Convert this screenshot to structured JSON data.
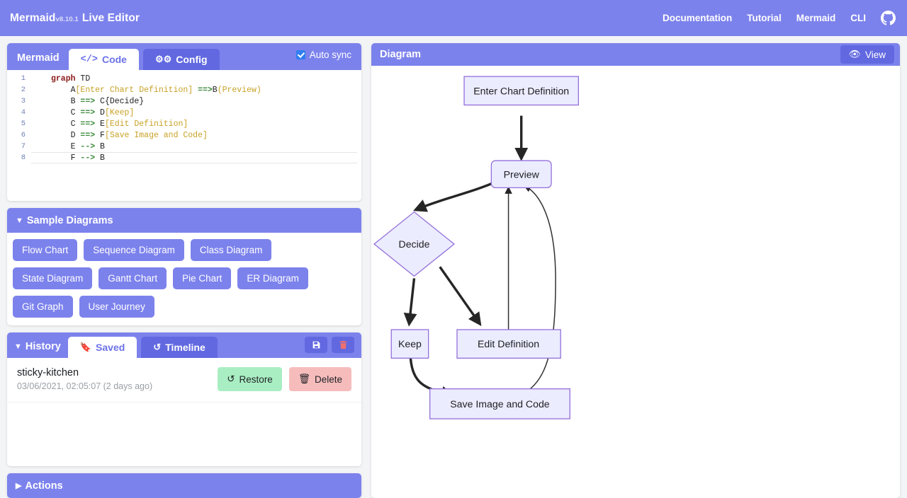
{
  "navbar": {
    "brand_name": "Mermaid",
    "brand_version": "v8.10.1",
    "brand_suffix": "Live Editor",
    "links": [
      {
        "label": "Documentation"
      },
      {
        "label": "Tutorial"
      },
      {
        "label": "Mermaid"
      },
      {
        "label": "CLI"
      }
    ],
    "github_icon": "github-icon",
    "bg_color": "#7c82ec"
  },
  "editor": {
    "panel_label": "Mermaid",
    "tabs": [
      {
        "label": "Code",
        "icon": "code-icon",
        "active": true
      },
      {
        "label": "Config",
        "icon": "gear-icon",
        "active": false
      }
    ],
    "auto_sync_label": "Auto sync",
    "auto_sync_checked": true,
    "code_lines": [
      {
        "n": "1",
        "tokens": [
          {
            "t": "graph",
            "c": "k-graph"
          },
          {
            "t": " TD",
            "c": "k-id"
          }
        ]
      },
      {
        "n": "2",
        "tokens": [
          {
            "t": "    A",
            "c": "k-id"
          },
          {
            "t": "[Enter Chart Definition]",
            "c": "k-str"
          },
          {
            "t": " ",
            "c": "k-id"
          },
          {
            "t": "==>",
            "c": "k-arrow"
          },
          {
            "t": "B",
            "c": "k-id"
          },
          {
            "t": "(Preview)",
            "c": "k-str"
          }
        ]
      },
      {
        "n": "3",
        "tokens": [
          {
            "t": "    B ",
            "c": "k-id"
          },
          {
            "t": "==>",
            "c": "k-arrow"
          },
          {
            "t": " C",
            "c": "k-id"
          },
          {
            "t": "{Decide}",
            "c": "k-id"
          }
        ]
      },
      {
        "n": "4",
        "tokens": [
          {
            "t": "    C ",
            "c": "k-id"
          },
          {
            "t": "==>",
            "c": "k-arrow"
          },
          {
            "t": " D",
            "c": "k-id"
          },
          {
            "t": "[Keep]",
            "c": "k-str"
          }
        ]
      },
      {
        "n": "5",
        "tokens": [
          {
            "t": "    C ",
            "c": "k-id"
          },
          {
            "t": "==>",
            "c": "k-arrow"
          },
          {
            "t": " E",
            "c": "k-id"
          },
          {
            "t": "[Edit Definition]",
            "c": "k-str"
          }
        ]
      },
      {
        "n": "6",
        "tokens": [
          {
            "t": "    D ",
            "c": "k-id"
          },
          {
            "t": "==>",
            "c": "k-arrow"
          },
          {
            "t": " F",
            "c": "k-id"
          },
          {
            "t": "[Save Image and Code]",
            "c": "k-str"
          }
        ]
      },
      {
        "n": "7",
        "tokens": [
          {
            "t": "    E ",
            "c": "k-id"
          },
          {
            "t": "-->",
            "c": "k-arrow"
          },
          {
            "t": " B",
            "c": "k-id"
          }
        ]
      },
      {
        "n": "8",
        "active": true,
        "tokens": [
          {
            "t": "    F ",
            "c": "k-id"
          },
          {
            "t": "-->",
            "c": "k-arrow"
          },
          {
            "t": " B",
            "c": "k-id"
          }
        ]
      }
    ]
  },
  "samples": {
    "title": "Sample Diagrams",
    "expanded": true,
    "items": [
      {
        "label": "Flow Chart"
      },
      {
        "label": "Sequence Diagram"
      },
      {
        "label": "Class Diagram"
      },
      {
        "label": "State Diagram"
      },
      {
        "label": "Gantt Chart"
      },
      {
        "label": "Pie Chart"
      },
      {
        "label": "ER Diagram"
      },
      {
        "label": "Git Graph"
      },
      {
        "label": "User Journey"
      }
    ]
  },
  "history": {
    "title": "History",
    "expanded": true,
    "tabs": [
      {
        "label": "Saved",
        "icon": "bookmark-icon",
        "active": true
      },
      {
        "label": "Timeline",
        "icon": "history-clock-icon",
        "active": false
      }
    ],
    "toolbar": [
      {
        "name": "save-icon-button",
        "icon": "floppy-disk-icon"
      },
      {
        "name": "delete-all-icon-button",
        "icon": "trash-icon"
      }
    ],
    "entries": [
      {
        "name": "sticky-kitchen",
        "timestamp": "03/06/2021, 02:05:07 (2 days ago)",
        "restore_label": "Restore",
        "delete_label": "Delete"
      }
    ]
  },
  "actions": {
    "title": "Actions",
    "expanded": false
  },
  "diagram": {
    "title": "Diagram",
    "view_label": "View",
    "view_icon": "eye-icon",
    "node_fill": "#ececff",
    "node_stroke": "#9370db",
    "nodes": [
      {
        "id": "A",
        "label": "Enter Chart Definition",
        "shape": "rect"
      },
      {
        "id": "B",
        "label": "Preview",
        "shape": "round-rect"
      },
      {
        "id": "C",
        "label": "Decide",
        "shape": "diamond"
      },
      {
        "id": "D",
        "label": "Keep",
        "shape": "rect"
      },
      {
        "id": "E",
        "label": "Edit Definition",
        "shape": "rect"
      },
      {
        "id": "F",
        "label": "Save Image and Code",
        "shape": "rect"
      }
    ],
    "edges": [
      {
        "from": "A",
        "to": "B",
        "style": "thick"
      },
      {
        "from": "B",
        "to": "C",
        "style": "thick"
      },
      {
        "from": "C",
        "to": "D",
        "style": "thick"
      },
      {
        "from": "C",
        "to": "E",
        "style": "thick"
      },
      {
        "from": "D",
        "to": "F",
        "style": "thick"
      },
      {
        "from": "E",
        "to": "B",
        "style": "thin"
      },
      {
        "from": "F",
        "to": "B",
        "style": "thin"
      }
    ]
  }
}
